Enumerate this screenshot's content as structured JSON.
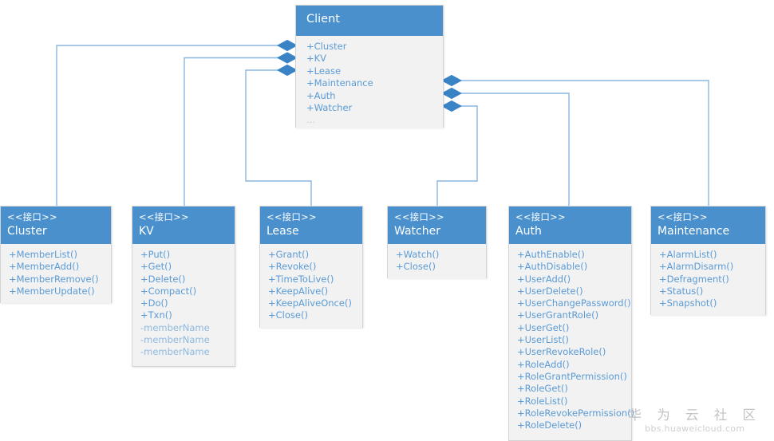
{
  "diagram": {
    "type": "uml-class-diagram",
    "stereotype_label": "<<接口>>",
    "accent_color": "#4a90cd",
    "line_color": "#8ab6dd",
    "member_color": "#5b9bd5",
    "body_color": "#f2f2f2"
  },
  "client": {
    "name": "Client",
    "members": [
      "+Cluster",
      "+KV",
      "+Lease",
      "+Maintenance",
      "+Auth",
      "+Watcher"
    ],
    "ellipsis": "..."
  },
  "interfaces": [
    {
      "id": "cluster",
      "stereotype": "<<接口>>",
      "name": "Cluster",
      "members": [
        "+MemberList()",
        "+MemberAdd()",
        "+MemberRemove()",
        "+MemberUpdate()"
      ]
    },
    {
      "id": "kv",
      "stereotype": "<<接口>>",
      "name": "KV",
      "members": [
        "+Put()",
        "+Get()",
        "+Delete()",
        "+Compact()",
        "+Do()",
        "+Txn()",
        "-memberName",
        "-memberName",
        "-memberName"
      ]
    },
    {
      "id": "lease",
      "stereotype": "<<接口>>",
      "name": "Lease",
      "members": [
        "+Grant()",
        "+Revoke()",
        "+TimeToLive()",
        "+KeepAlive()",
        "+KeepAliveOnce()",
        "+Close()"
      ]
    },
    {
      "id": "watcher",
      "stereotype": "<<接口>>",
      "name": "Watcher",
      "members": [
        "+Watch()",
        "+Close()"
      ]
    },
    {
      "id": "auth",
      "stereotype": "<<接口>>",
      "name": "Auth",
      "members": [
        "+AuthEnable()",
        "+AuthDisable()",
        "+UserAdd()",
        "+UserDelete()",
        "+UserChangePassword()",
        "+UserGrantRole()",
        "+UserGet()",
        "+UserList()",
        "+UserRevokeRole()",
        "+RoleAdd()",
        "+RoleGrantPermission()",
        "+RoleGet()",
        "+RoleList()",
        "+RoleRevokePermission()",
        "+RoleDelete()"
      ]
    },
    {
      "id": "maintenance",
      "stereotype": "<<接口>>",
      "name": "Maintenance",
      "members": [
        "+AlarmList()",
        "+AlarmDisarm()",
        "+Defragment()",
        "+Status()",
        "+Snapshot()"
      ]
    }
  ],
  "connections": [
    {
      "from": "client",
      "to": "cluster",
      "kind": "composition"
    },
    {
      "from": "client",
      "to": "kv",
      "kind": "composition"
    },
    {
      "from": "client",
      "to": "lease",
      "kind": "composition"
    },
    {
      "from": "client",
      "to": "watcher",
      "kind": "composition"
    },
    {
      "from": "client",
      "to": "auth",
      "kind": "composition"
    },
    {
      "from": "client",
      "to": "maintenance",
      "kind": "composition"
    }
  ],
  "watermark": {
    "brand": "华 为 云 社 区",
    "url": "bbs.huaweicloud.com"
  }
}
